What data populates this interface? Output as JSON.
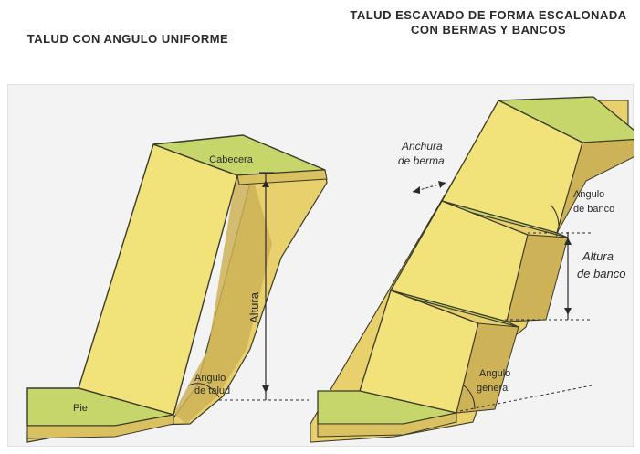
{
  "titles": {
    "left": "TALUD CON ANGULO UNIFORME",
    "right": "TALUD ESCAVADO DE FORMA ESCALONADA CON BERMAS Y BANCOS"
  },
  "left_diagram": {
    "cabecera": "Cabecera",
    "altura": "Altura",
    "angulo_line1": "Angulo",
    "angulo_line2": "de talud",
    "pie": "Pie"
  },
  "right_diagram": {
    "anchura_line1": "Anchura",
    "anchura_line2": "de berma",
    "angulo_banco_line1": "Angulo",
    "angulo_banco_line2": "de banco",
    "altura_banco_line1": "Altura",
    "altura_banco_line2": "de banco",
    "angulo_general_line1": "Angulo",
    "angulo_general_line2": "general"
  },
  "colors": {
    "background": "#ffffff",
    "panel_bg": "#f3f3f3",
    "rock_face": "#f2e27a",
    "grass_top": "#c6d66a",
    "ground_side": "#e6cf6a",
    "shadow": "#c9b053",
    "outline": "#3a3a2a"
  }
}
